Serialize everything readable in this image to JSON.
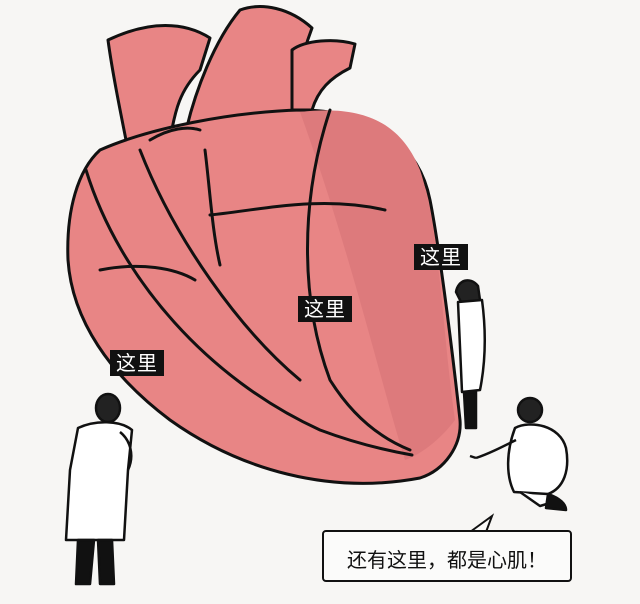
{
  "labels": {
    "here_right": "这里",
    "here_center": "这里",
    "here_left": "这里"
  },
  "speech_bubble": {
    "text": "还有这里，都是心肌！"
  },
  "colors": {
    "heart_fill": "#e88585",
    "heart_shadow": "#d56f72",
    "outline": "#111111",
    "background": "#f7f6f4",
    "coat": "#ffffff"
  },
  "icons": [
    "heart-illustration",
    "doctor-figure-left",
    "doctor-figure-right-standing",
    "doctor-figure-right-crouching"
  ]
}
